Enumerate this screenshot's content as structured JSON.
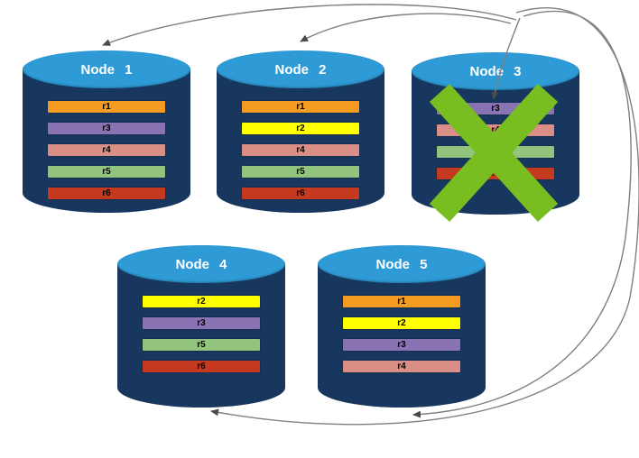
{
  "diagram": {
    "type": "distributed-database-replication",
    "arrow_color": "#7f7f7f",
    "arrowhead_color": "#4a4a4a",
    "failure_mark_color": "#78BE20",
    "cylinder_body_color": "#17375E",
    "cylinder_top_color": "#2E9BD6",
    "nodes": [
      {
        "label": "Node 1",
        "failed": false,
        "replicas": [
          {
            "label": "r1",
            "color": "#F59B22"
          },
          {
            "label": "r3",
            "color": "#8973B3"
          },
          {
            "label": "r4",
            "color": "#D98E86"
          },
          {
            "label": "r5",
            "color": "#93C47D"
          },
          {
            "label": "r6",
            "color": "#C5391E"
          }
        ]
      },
      {
        "label": "Node 2",
        "failed": false,
        "replicas": [
          {
            "label": "r1",
            "color": "#F59B22"
          },
          {
            "label": "r2",
            "color": "#FFFF00"
          },
          {
            "label": "r4",
            "color": "#D98E86"
          },
          {
            "label": "r5",
            "color": "#93C47D"
          },
          {
            "label": "r6",
            "color": "#C5391E"
          }
        ]
      },
      {
        "label": "Node 3",
        "failed": true,
        "replicas": [
          {
            "label": "r3",
            "color": "#8973B3"
          },
          {
            "label": "r4",
            "color": "#D98E86"
          },
          {
            "label": "r5",
            "color": "#93C47D"
          },
          {
            "label": "r6",
            "color": "#C5391E"
          }
        ]
      },
      {
        "label": "Node 4",
        "failed": false,
        "replicas": [
          {
            "label": "r2",
            "color": "#FFFF00"
          },
          {
            "label": "r3",
            "color": "#8973B3"
          },
          {
            "label": "r5",
            "color": "#93C47D"
          },
          {
            "label": "r6",
            "color": "#C5391E"
          }
        ]
      },
      {
        "label": "Node 5",
        "failed": false,
        "replicas": [
          {
            "label": "r1",
            "color": "#F59B22"
          },
          {
            "label": "r2",
            "color": "#FFFF00"
          },
          {
            "label": "r3",
            "color": "#8973B3"
          },
          {
            "label": "r4",
            "color": "#D98E86"
          }
        ]
      }
    ]
  }
}
